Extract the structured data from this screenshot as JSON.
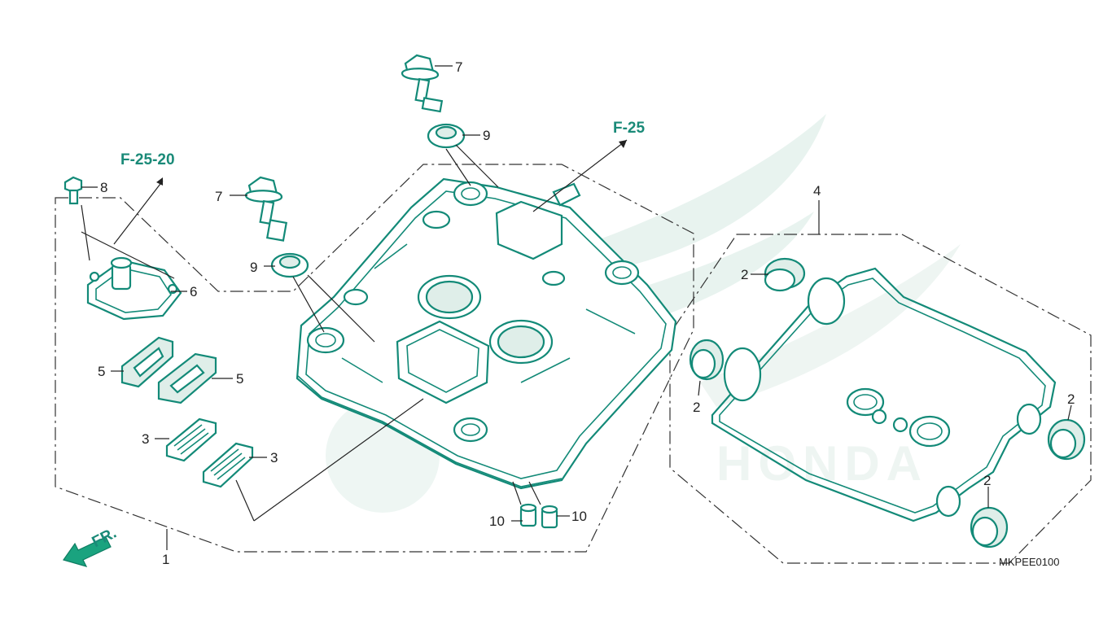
{
  "references": {
    "f25_20": "F-25-20",
    "f25": "F-25",
    "front": "FR."
  },
  "diagram_code": "MKPEE0100",
  "callouts": {
    "c1": "1",
    "c2a": "2",
    "c2b": "2",
    "c2c": "2",
    "c2d": "2",
    "c3a": "3",
    "c3b": "3",
    "c4": "4",
    "c5a": "5",
    "c5b": "5",
    "c6": "6",
    "c7a": "7",
    "c7b": "7",
    "c8": "8",
    "c9a": "9",
    "c9b": "9",
    "c10a": "10",
    "c10b": "10"
  },
  "colors": {
    "line": "#138a78",
    "watermark": "#e6f2ee",
    "arrow": "#1aa37f"
  }
}
